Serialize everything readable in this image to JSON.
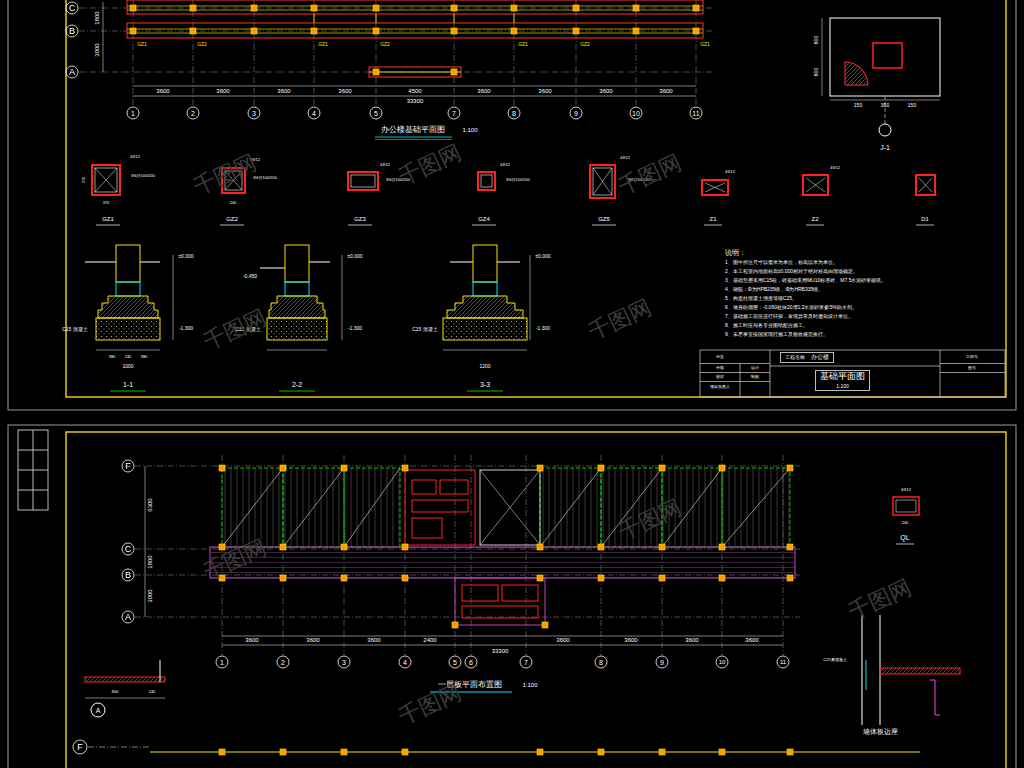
{
  "diagram": {
    "nodes": [
      {
        "text": [
          "工程名称",
          "办公楼"
        ]
      },
      {
        "text": [
          "基础平面图",
          "1:100"
        ]
      }
    ],
    "labels": [
      "C",
      "B",
      "A",
      "1800",
      "3000",
      "1",
      "2",
      "3",
      "4",
      "5",
      "7",
      "8",
      "9",
      "10",
      "11",
      "3600",
      "3600",
      "3600",
      "3600",
      "4500",
      "3600",
      "3600",
      "3600",
      "3600",
      "33300",
      "办公楼基础平面图",
      "1:100",
      "GZ1",
      "GZ2",
      "GZ1",
      "GZ2",
      "GZ1",
      "GZ2",
      "GZ1",
      "J-1",
      "600",
      "600",
      "150",
      "300",
      "150",
      "GZ1",
      "GZ2",
      "GZ3",
      "GZ4",
      "GZ5",
      "Z1",
      "Z2",
      "D1",
      "4Φ12",
      "4Φ12",
      "4Φ12",
      "4Φ12",
      "4Φ12",
      "4Φ12",
      "4Φ12",
      "Φ6@100/200",
      "Φ6@100/200",
      "Φ6@100/200",
      "Φ6@100/200",
      "Φ6@100/200",
      "370",
      "370",
      "240",
      "±0.000",
      "-1.300",
      "C15 混凝土",
      "1000",
      "380",
      "240",
      "380",
      "1-1",
      "±0.000",
      "-0.450",
      "-1.300",
      "C15 混凝土",
      "2-2",
      "±0.000",
      "-1.300",
      "C15 混凝土",
      "1200",
      "3-3",
      "说明：",
      "1、图中所注尺寸以毫米为单位，标高以米为单位。",
      "2、本工程室内地面标高±0.000相对于绝对标高由现场确定。",
      "3、基础垫层采用C15砼，砖基础采用MU10标准砖、M7.5水泥砂浆砌筑。",
      "4、钢筋：Φ为HPB235级，Φ为HRB335级。",
      "5、构造柱混凝土强度等级C25。",
      "6、墙身防潮层：-0.060处抹20厚1:2水泥砂浆掺5%防水剂。",
      "7、基础施工前应进行钎探，发现异常及时通知设计单位。",
      "8、施工时应与各专业图纸配合施工。",
      "9、未尽事宜按国家现行施工及验收规范执行。",
      "审定",
      "审核",
      "校对",
      "项目负责人",
      "设计",
      "制图",
      "工程号",
      "图号",
      "F",
      "C",
      "B",
      "A",
      "6300",
      "1800",
      "3000",
      "1",
      "2",
      "3",
      "4",
      "5",
      "6",
      "7",
      "8",
      "9",
      "10",
      "11",
      "3600",
      "3600",
      "3600",
      "2400",
      "3600",
      "3600",
      "3600",
      "3600",
      "33300",
      "一层板平面布置图",
      "1:100",
      "QL",
      "4Φ12",
      "240",
      "墙体板边座",
      "A",
      "800",
      "240",
      "F",
      "C25素混凝土",
      "千图网",
      "千图网",
      "千图网",
      "千图网",
      "千图网",
      "千图网",
      "千图网",
      "千图网",
      "千图网"
    ]
  }
}
